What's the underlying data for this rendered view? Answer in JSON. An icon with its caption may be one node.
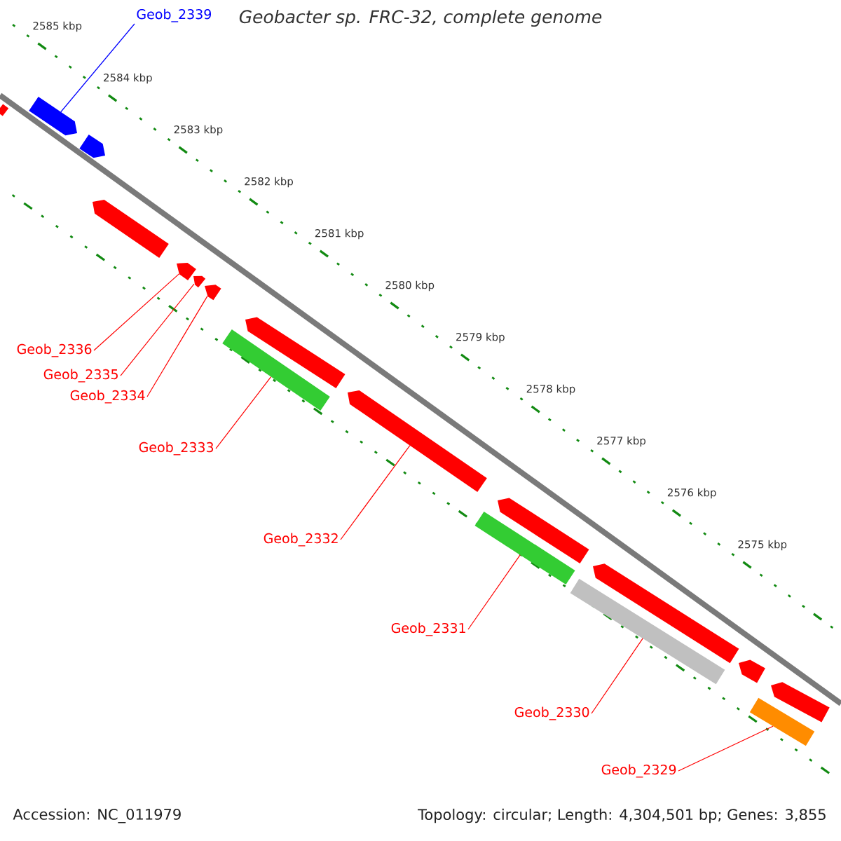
{
  "diagram": {
    "title": "Geobacter sp. FRC-32, complete genome",
    "nodes": [
      {
        "text": [
          "Geob_2339"
        ]
      },
      {
        "text": [
          "Geob_2336"
        ]
      },
      {
        "text": [
          "Geob_2335"
        ]
      },
      {
        "text": [
          "Geob_2334"
        ]
      },
      {
        "text": [
          "Geob_2333"
        ]
      },
      {
        "text": [
          "Geob_2332"
        ]
      },
      {
        "text": [
          "Geob_2331"
        ]
      },
      {
        "text": [
          "Geob_2330"
        ]
      },
      {
        "text": [
          "Geob_2329"
        ]
      },
      {
        "text": [],
        "shape": "bar"
      },
      {
        "text": [],
        "shape": "pentagon"
      },
      {
        "text": [],
        "shape": "pentagon"
      },
      {
        "text": [],
        "shape": "pentagon"
      },
      {
        "text": [],
        "shape": "pentagon"
      },
      {
        "text": [],
        "shape": "pentagon"
      },
      {
        "text": [],
        "shape": "pentagon"
      },
      {
        "text": [],
        "shape": "bar"
      },
      {
        "text": [],
        "shape": "pentagon"
      },
      {
        "text": [],
        "shape": "pentagon"
      },
      {
        "text": [],
        "shape": "bar"
      },
      {
        "text": [],
        "shape": "pentagon"
      },
      {
        "text": [],
        "shape": "bar"
      },
      {
        "text": [],
        "shape": "pentagon"
      },
      {
        "text": [],
        "shape": "pentagon"
      },
      {
        "text": [],
        "shape": "bar"
      },
      {
        "text": [],
        "shape": "pentagon"
      }
    ],
    "edges": [
      {
        "from": 0,
        "to": 10,
        "arrow": "none",
        "color": "#0000ff"
      },
      {
        "from": 1,
        "to": 13,
        "arrow": "none"
      },
      {
        "from": 2,
        "to": 14,
        "arrow": "none"
      },
      {
        "from": 3,
        "to": 15,
        "arrow": "none"
      },
      {
        "from": 4,
        "to": 16,
        "arrow": "none"
      },
      {
        "from": 5,
        "to": 18,
        "arrow": "none"
      },
      {
        "from": 6,
        "to": 19,
        "arrow": "none"
      },
      {
        "from": 7,
        "to": 21,
        "arrow": "none"
      },
      {
        "from": 8,
        "to": 24,
        "arrow": "none"
      }
    ],
    "labels": [
      "2585 kbp",
      "2584 kbp",
      "2583 kbp",
      "2582 kbp",
      "2581 kbp",
      "2580 kbp",
      "2579 kbp",
      "2578 kbp",
      "2577 kbp",
      "2576 kbp",
      "2575 kbp",
      "Accession: NC_011979",
      "Topology: circular; Length: 4,304,501 bp; Genes: 3,855"
    ]
  }
}
